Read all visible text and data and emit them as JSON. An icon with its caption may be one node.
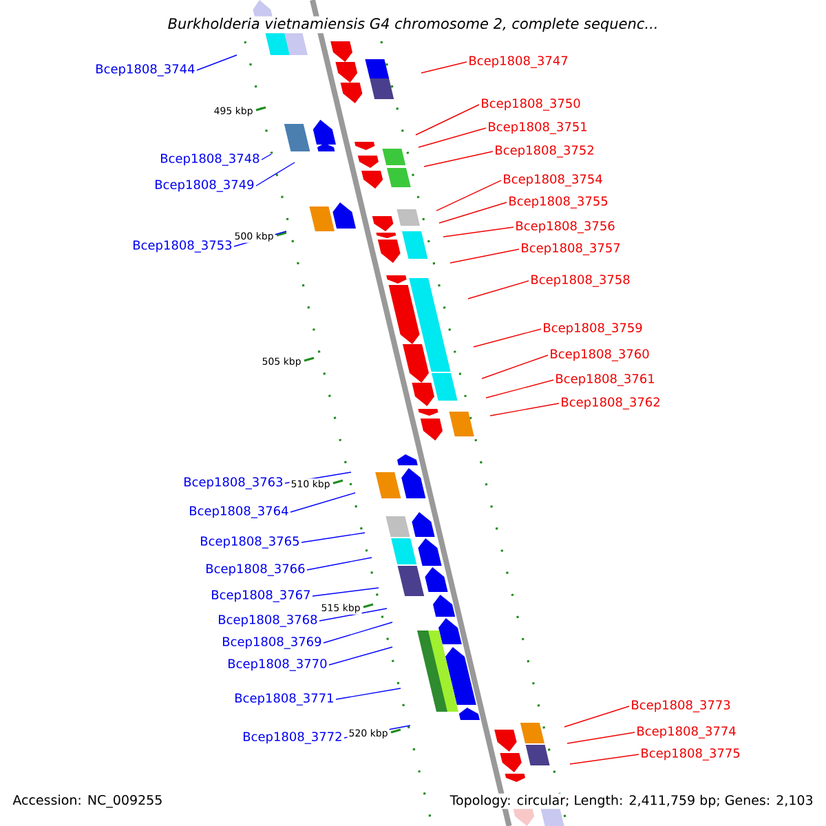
{
  "diagram": {
    "title": "Burkholderia vietnamiensis G4 chromosome 2, complete sequenc...",
    "nodes": [
      {
        "text": [
          "Bcep1808_3747"
        ]
      },
      {
        "text": [
          "Bcep1808_3744"
        ]
      },
      {
        "text": [
          "Bcep1808_3750"
        ]
      },
      {
        "text": [
          "Bcep1808_3751"
        ]
      },
      {
        "text": [
          "Bcep1808_3752"
        ]
      },
      {
        "text": [
          "Bcep1808_3748"
        ]
      },
      {
        "text": [
          "Bcep1808_3754"
        ]
      },
      {
        "text": [
          "Bcep1808_3749"
        ]
      },
      {
        "text": [
          "Bcep1808_3755"
        ]
      },
      {
        "text": [
          "Bcep1808_3756"
        ]
      },
      {
        "text": [
          "Bcep1808_3753"
        ]
      },
      {
        "text": [
          "Bcep1808_3757"
        ]
      },
      {
        "text": [
          "Bcep1808_3758"
        ]
      },
      {
        "text": [
          "Bcep1808_3759"
        ]
      },
      {
        "text": [
          "Bcep1808_3760"
        ]
      },
      {
        "text": [
          "Bcep1808_3761"
        ]
      },
      {
        "text": [
          "Bcep1808_3762"
        ]
      },
      {
        "text": [
          "Bcep1808_3763"
        ]
      },
      {
        "text": [
          "Bcep1808_3764"
        ]
      },
      {
        "text": [
          "Bcep1808_3765"
        ]
      },
      {
        "text": [
          "Bcep1808_3766"
        ]
      },
      {
        "text": [
          "Bcep1808_3767"
        ]
      },
      {
        "text": [
          "Bcep1808_3768"
        ]
      },
      {
        "text": [
          "Bcep1808_3769"
        ]
      },
      {
        "text": [
          "Bcep1808_3770"
        ]
      },
      {
        "text": [
          "Bcep1808_3771"
        ]
      },
      {
        "text": [
          "Bcep1808_3773"
        ]
      },
      {
        "text": [
          "Bcep1808_3774"
        ]
      },
      {
        "text": [
          "Bcep1808_3772"
        ]
      },
      {
        "text": [
          "Bcep1808_3775"
        ]
      }
    ],
    "edges": [
      {
        "from": 0,
        "to": null,
        "arrow": "none"
      },
      {
        "from": 1,
        "to": null,
        "arrow": "none",
        "color": "#0000ff"
      },
      {
        "from": 2,
        "to": null,
        "arrow": "none"
      },
      {
        "from": 3,
        "to": null,
        "arrow": "none"
      },
      {
        "from": 4,
        "to": null,
        "arrow": "none"
      },
      {
        "from": 5,
        "to": null,
        "arrow": "none",
        "color": "#0000ff"
      },
      {
        "from": 6,
        "to": null,
        "arrow": "none"
      },
      {
        "from": 7,
        "to": null,
        "arrow": "none",
        "color": "#0000ff"
      },
      {
        "from": 8,
        "to": null,
        "arrow": "none"
      },
      {
        "from": 9,
        "to": null,
        "arrow": "none"
      },
      {
        "from": 10,
        "to": null,
        "arrow": "none",
        "color": "#0000ff"
      },
      {
        "from": 11,
        "to": null,
        "arrow": "none"
      },
      {
        "from": 12,
        "to": null,
        "arrow": "none"
      },
      {
        "from": 13,
        "to": null,
        "arrow": "none"
      },
      {
        "from": 14,
        "to": null,
        "arrow": "none"
      },
      {
        "from": 15,
        "to": null,
        "arrow": "none"
      },
      {
        "from": 16,
        "to": null,
        "arrow": "none"
      },
      {
        "from": 17,
        "to": null,
        "arrow": "none",
        "color": "#0000ff"
      },
      {
        "from": 18,
        "to": null,
        "arrow": "none",
        "color": "#0000ff"
      },
      {
        "from": 19,
        "to": null,
        "arrow": "none",
        "color": "#0000ff"
      },
      {
        "from": 20,
        "to": null,
        "arrow": "none",
        "color": "#0000ff"
      },
      {
        "from": 21,
        "to": null,
        "arrow": "none",
        "color": "#0000ff"
      },
      {
        "from": 22,
        "to": null,
        "arrow": "none",
        "color": "#0000ff"
      },
      {
        "from": 23,
        "to": null,
        "arrow": "none",
        "color": "#0000ff"
      },
      {
        "from": 24,
        "to": null,
        "arrow": "none",
        "color": "#0000ff"
      },
      {
        "from": 25,
        "to": null,
        "arrow": "none",
        "color": "#0000ff"
      },
      {
        "from": 26,
        "to": null,
        "arrow": "none"
      },
      {
        "from": 27,
        "to": null,
        "arrow": "none"
      },
      {
        "from": 28,
        "to": null,
        "arrow": "none",
        "color": "#0000ff"
      },
      {
        "from": 29,
        "to": null,
        "arrow": "none"
      }
    ],
    "labels": [
      "495 kbp",
      "500 kbp",
      "505 kbp",
      "510 kbp",
      "515 kbp",
      "520 kbp",
      "Accession: NC_009255",
      "Topology: circular; Length: 2,411,759 bp; Genes: 2,103"
    ]
  }
}
